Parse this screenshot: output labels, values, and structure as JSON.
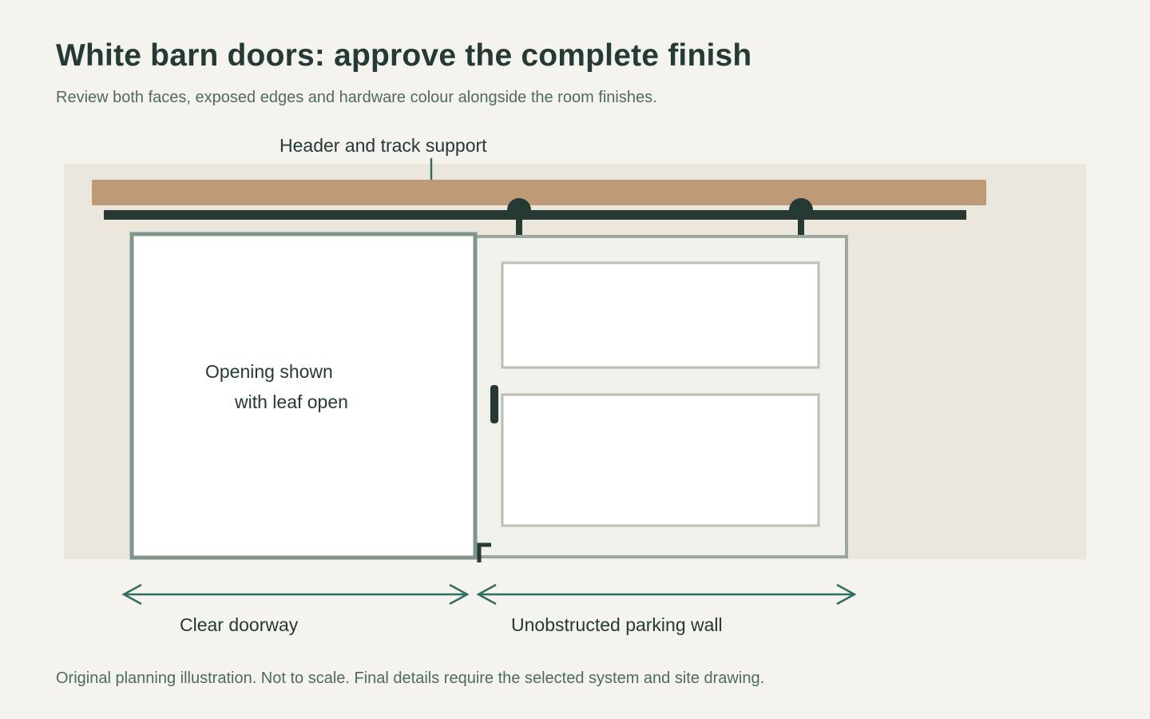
{
  "title": "White barn doors: approve the complete finish",
  "subtitle": "Review both faces, exposed edges and hardware colour alongside the room finishes.",
  "diagram": {
    "header_label": "Header and track support",
    "opening_label_line1": "Opening shown",
    "opening_label_line2": "with leaf open",
    "clear_doorway_label": "Clear doorway",
    "parking_wall_label": "Unobstructed parking wall"
  },
  "footnote": "Original planning illustration. Not to scale. Final details require the selected system and site drawing.",
  "colors": {
    "background": "#f4f3ee",
    "wall": "#ebe7dd",
    "header_board": "#bc9a75",
    "track": "#263a33",
    "opening_frame": "#7f948a",
    "door_panel": "#f1f1ec",
    "door_frame": "#9aa89f",
    "inset_panel_border": "#bdbdb8",
    "dimension_arrow": "#2f6e60",
    "title_text": "#253a34",
    "muted_text": "#4f6a61"
  }
}
